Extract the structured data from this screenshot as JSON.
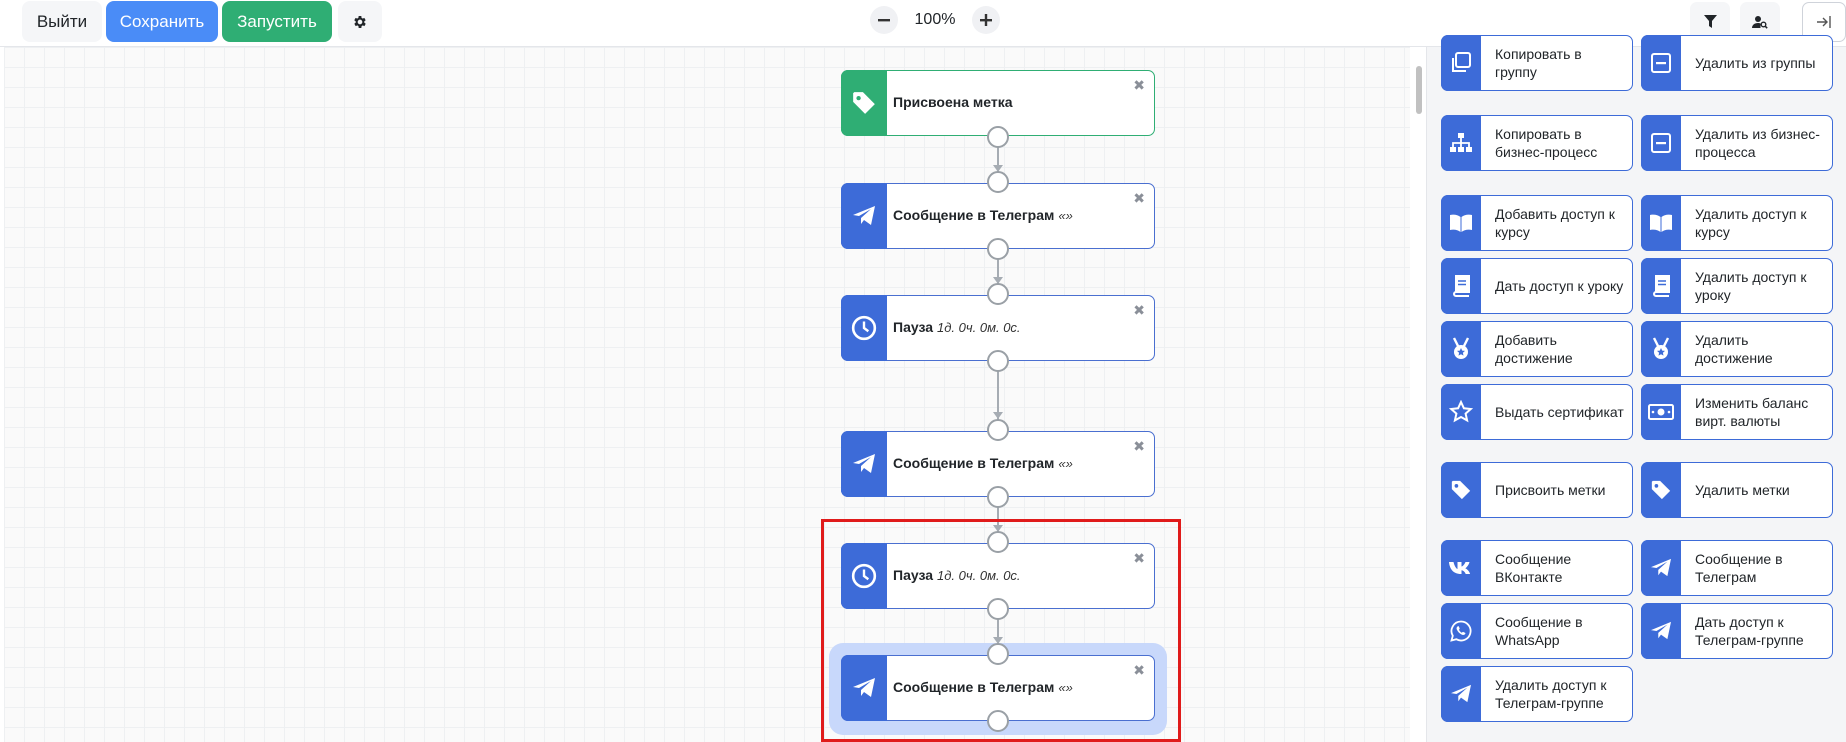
{
  "toolbar": {
    "exit_label": "Выйти",
    "save_label": "Сохранить",
    "run_label": "Запустить",
    "zoom": "100%"
  },
  "colors": {
    "primary": "#3d6bd8",
    "save": "#4a8cf7",
    "run": "#2fae74",
    "highlight": "#e01b1b",
    "selection": "#c8d8fb"
  },
  "flow": {
    "nodes": [
      {
        "title": "Присвоена метка",
        "sub": "",
        "icon": "tag-icon"
      },
      {
        "title": "Сообщение в Телеграм",
        "sub": "«»",
        "icon": "telegram-icon"
      },
      {
        "title": "Пауза",
        "sub": "1д. 0ч. 0м. 0с.",
        "icon": "clock-icon"
      },
      {
        "title": "Сообщение в Телеграм",
        "sub": "«»",
        "icon": "telegram-icon"
      },
      {
        "title": "Пауза",
        "sub": "1д. 0ч. 0м. 0с.",
        "icon": "clock-icon"
      },
      {
        "title": "Сообщение в Телеграм",
        "sub": "«»",
        "icon": "telegram-icon"
      }
    ],
    "close_symbol": "✖"
  },
  "palette": {
    "items": [
      {
        "label": "Копировать в группу",
        "icon": "copy-icon"
      },
      {
        "label": "Удалить из группы",
        "icon": "minus-box-icon"
      },
      {
        "label": "Копировать в бизнес-процесс",
        "icon": "sitemap-icon"
      },
      {
        "label": "Удалить из бизнес-процесса",
        "icon": "minus-box-icon"
      },
      {
        "label": "Добавить доступ к курсу",
        "icon": "book-open-icon"
      },
      {
        "label": "Удалить доступ к курсу",
        "icon": "book-open-icon"
      },
      {
        "label": "Дать доступ к уроку",
        "icon": "book-icon"
      },
      {
        "label": "Удалить доступ к уроку",
        "icon": "book-icon"
      },
      {
        "label": "Добавить достижение",
        "icon": "medal-icon"
      },
      {
        "label": "Удалить достижение",
        "icon": "medal-icon"
      },
      {
        "label": "Выдать сертификат",
        "icon": "star-icon"
      },
      {
        "label": "Изменить баланс вирт. валюты",
        "icon": "money-icon"
      },
      {
        "label": "Присвоить метки",
        "icon": "tag-icon"
      },
      {
        "label": "Удалить метки",
        "icon": "tag-icon"
      },
      {
        "label": "Сообщение ВКонтакте",
        "icon": "vk-icon"
      },
      {
        "label": "Сообщение в Телеграм",
        "icon": "telegram-icon"
      },
      {
        "label": "Сообщение в WhatsApp",
        "icon": "whatsapp-icon"
      },
      {
        "label": "Дать доступ к Телеграм-группе",
        "icon": "telegram-icon"
      },
      {
        "label": "Удалить доступ к Телеграм-группе",
        "icon": "telegram-icon"
      }
    ]
  }
}
